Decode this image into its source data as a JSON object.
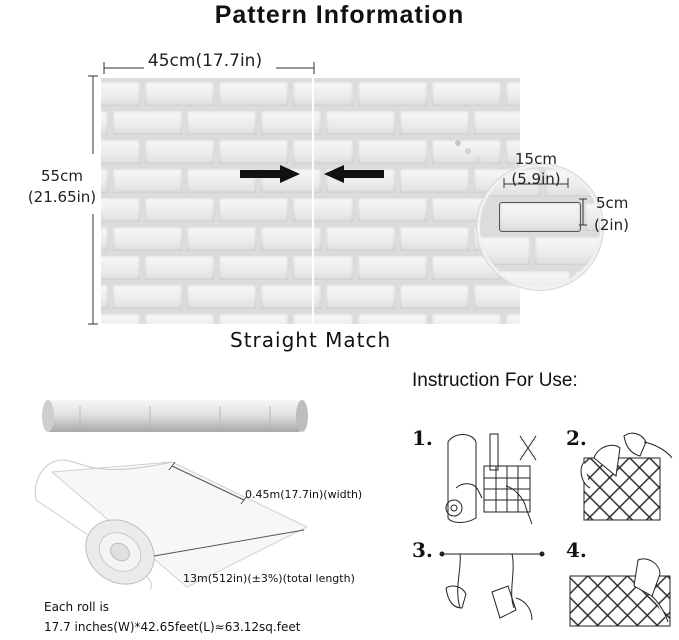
{
  "title": "Pattern Information",
  "dimensions": {
    "width_label": "45cm(17.7in)",
    "height_label_cm": "55cm",
    "height_label_in": "(21.65in)",
    "brick_width_cm": "15cm",
    "brick_width_in": "(5.9in)",
    "brick_height_cm": "5cm",
    "brick_height_in": "(2in)"
  },
  "match_caption": "Straight Match",
  "instructions": {
    "title": "Instruction For Use:",
    "steps": [
      "1.",
      "2.",
      "3.",
      "4."
    ]
  },
  "roll": {
    "width_label": "0.45m(17.7in)(width)",
    "length_label": "13m(512in)(±3%)(total length)",
    "coverage_line1": "Each roll is",
    "coverage_line2": "17.7 inches(W)*42.65feet(L)≈63.12sq.feet"
  },
  "colors": {
    "brick": "#f1f1f1",
    "mortar": "#dcdcdc",
    "arrow": "#111111"
  }
}
